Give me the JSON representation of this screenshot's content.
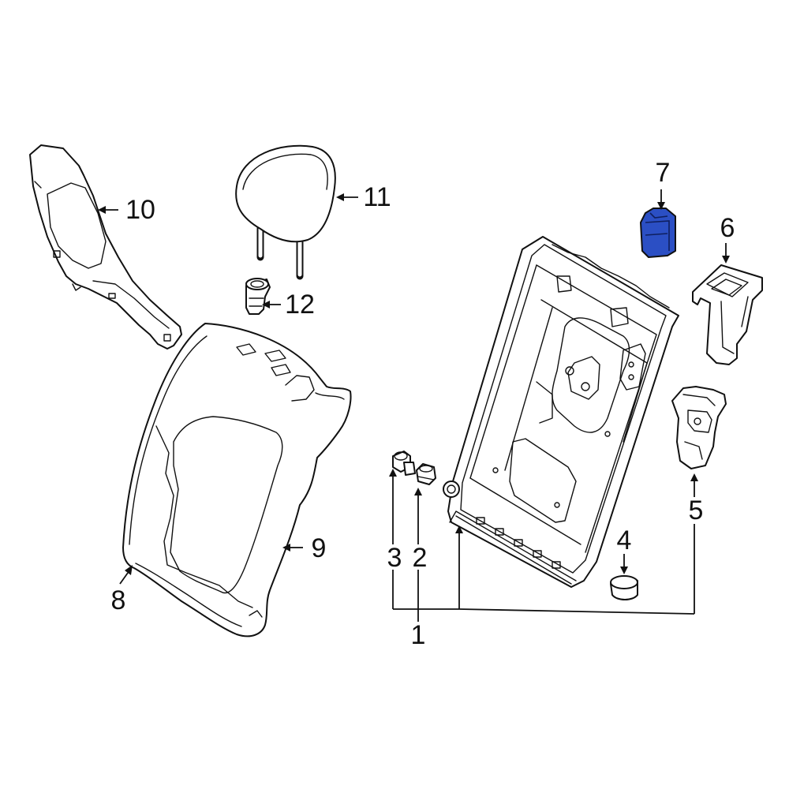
{
  "diagram": {
    "highlight_color": "#2b4fc4",
    "line_color": "#111111",
    "background": "#ffffff",
    "callouts": [
      {
        "id": "1",
        "label": "1"
      },
      {
        "id": "2",
        "label": "2"
      },
      {
        "id": "3",
        "label": "3"
      },
      {
        "id": "4",
        "label": "4"
      },
      {
        "id": "5",
        "label": "5"
      },
      {
        "id": "6",
        "label": "6"
      },
      {
        "id": "7",
        "label": "7",
        "highlighted": true
      },
      {
        "id": "8",
        "label": "8"
      },
      {
        "id": "9",
        "label": "9"
      },
      {
        "id": "10",
        "label": "10"
      },
      {
        "id": "11",
        "label": "11"
      },
      {
        "id": "12",
        "label": "12"
      }
    ]
  }
}
